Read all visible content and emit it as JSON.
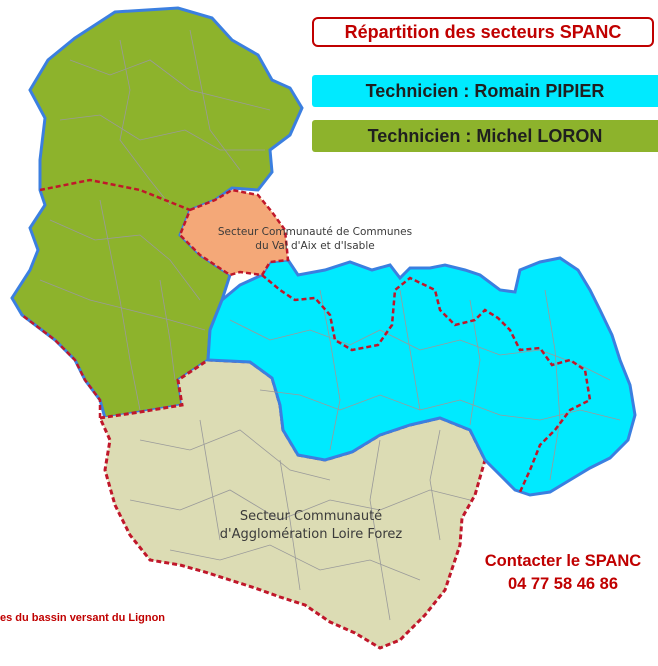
{
  "title": "Répartition des secteurs SPANC",
  "legend": [
    {
      "label": "Technicien : Romain PIPIER",
      "color": "#00eaff"
    },
    {
      "label": "Technicien : Michel LORON",
      "color": "#8db32c"
    }
  ],
  "zones": [
    {
      "name": "Secteur Communauté de Communes du Val d'Aix et d'Isable",
      "color": "#f4a878"
    },
    {
      "name": "Secteur Communauté d'Agglomération Loire Forez",
      "color": "#dcdcb4"
    }
  ],
  "labels": {
    "orange_line1": "Secteur Communauté de Communes",
    "orange_line2": "du Val d'Aix et d'Isable",
    "tan_line1": "Secteur Communauté",
    "tan_line2": "d'Agglomération Loire Forez"
  },
  "contact": {
    "line1": "Contacter le SPANC",
    "phone": "04 77 58 46 86"
  },
  "bottom_note": "es du bassin versant du Lignon",
  "colors": {
    "blue_border": "#3b7fe0",
    "red_border": "#c0172a",
    "commune_lines": "#9a9a9a"
  }
}
